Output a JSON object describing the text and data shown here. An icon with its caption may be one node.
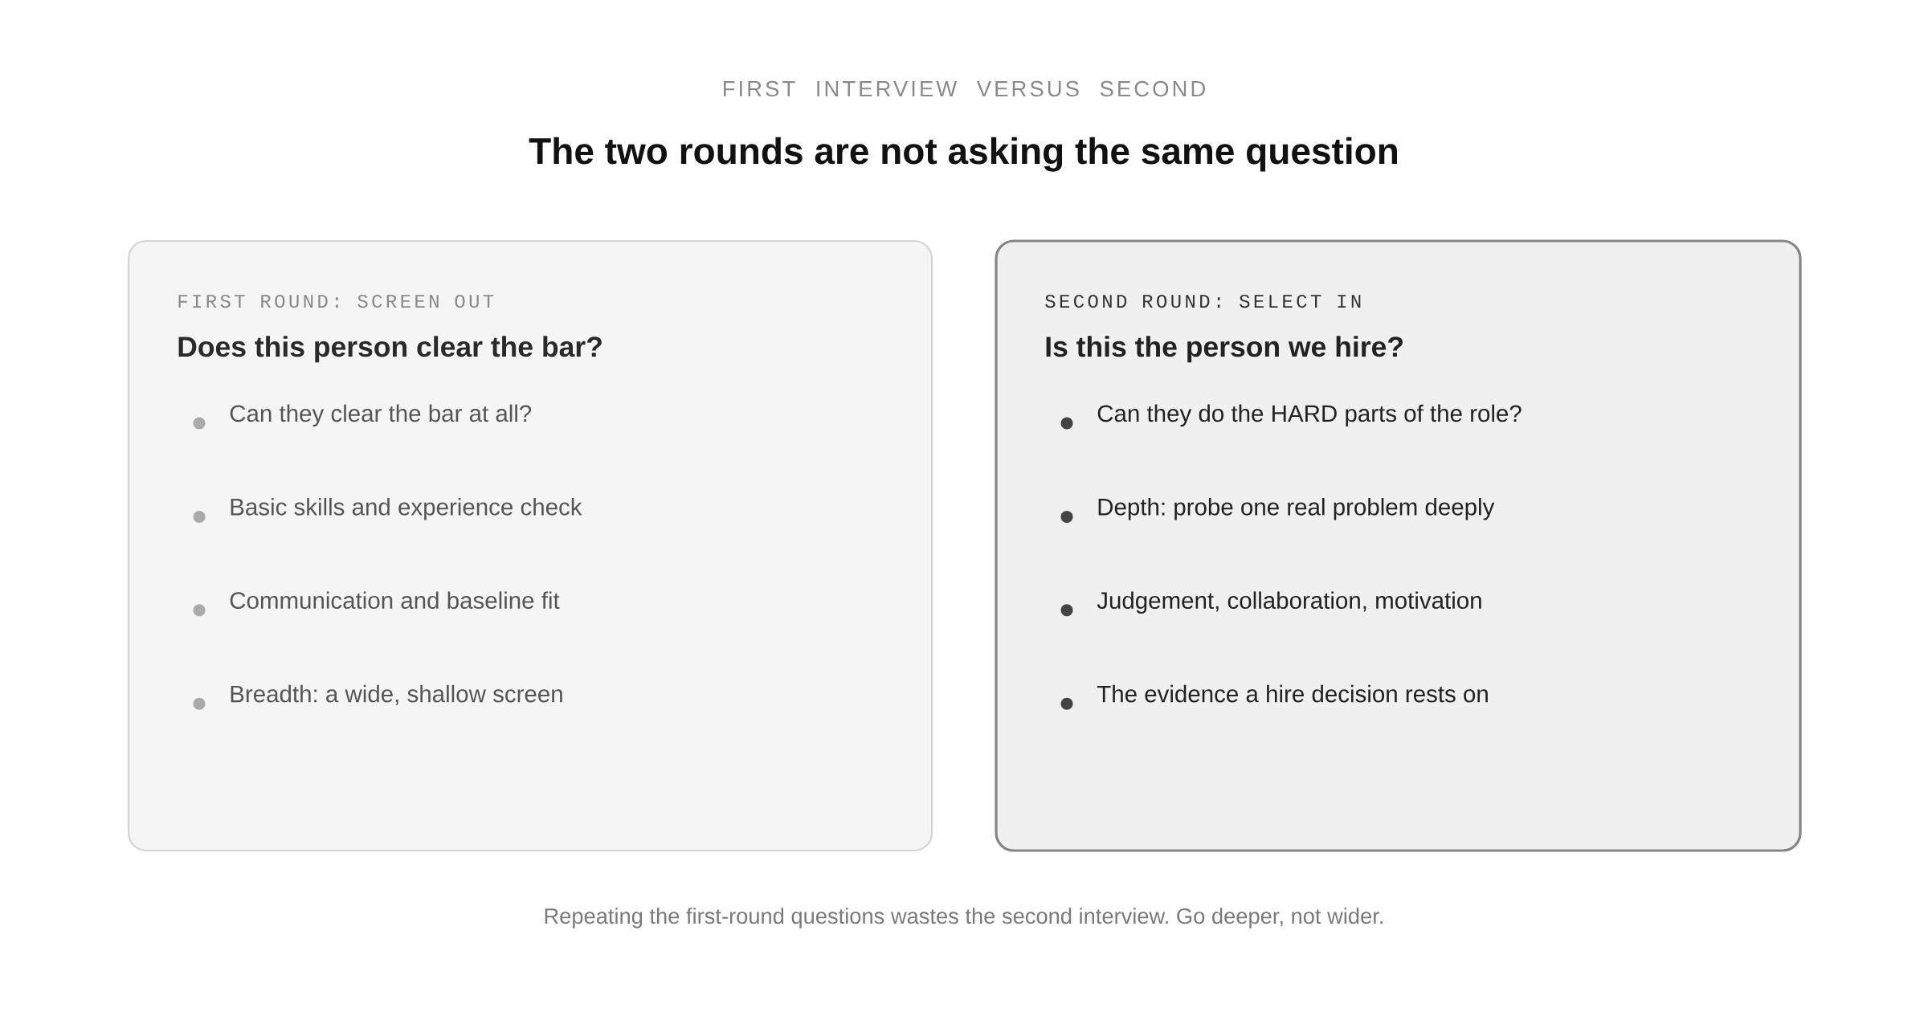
{
  "diagram": {
    "title": "The two rounds are not asking the same question",
    "caption": "Repeating the first-round questions wastes the second interview. Go deeper, not wider.",
    "nodes": [
      {
        "text": [
          "FIRST ROUND: SCREEN OUT",
          "Does this person clear the bar?",
          "Can they clear the bar at all?",
          "Basic skills and experience check",
          "Communication and baseline fit",
          "Breadth: a wide, shallow screen"
        ]
      },
      {
        "text": [
          "SECOND ROUND: SELECT IN",
          "Is this the person we hire?",
          "Can they do the HARD parts of the role?",
          "Depth: probe one real problem deeply",
          "Judgement, collaboration, motivation",
          "The evidence a hire decision rests on"
        ]
      }
    ],
    "labels": [
      "FIRST INTERVIEW VERSUS SECOND"
    ]
  }
}
